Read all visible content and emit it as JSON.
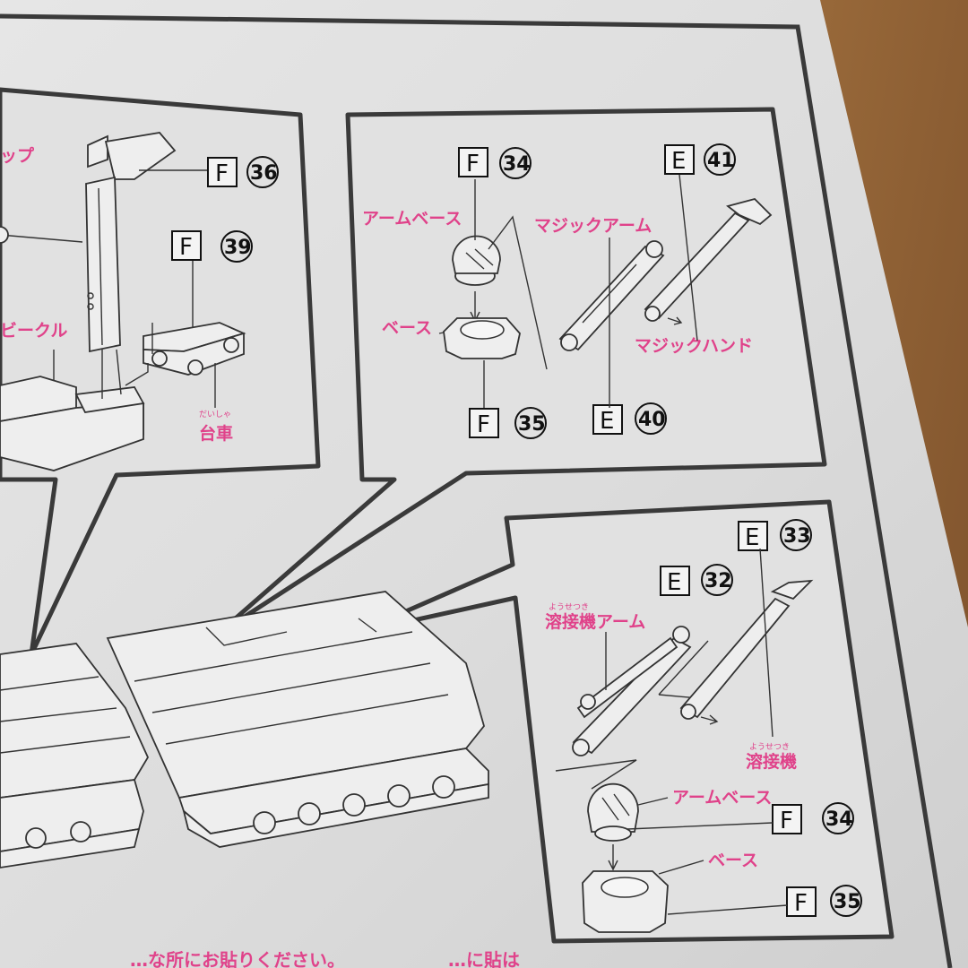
{
  "panel_top_left": {
    "labels": [
      {
        "letter": "F",
        "number": "36"
      },
      {
        "letter": "F",
        "number": "39"
      }
    ],
    "part_names": {
      "cap_partial": "ップ",
      "vehicle": "ビークル",
      "cart": "台車",
      "cart_ruby": "だいしゃ"
    }
  },
  "panel_magic_arm": {
    "labels": [
      {
        "letter": "F",
        "number": "34"
      },
      {
        "letter": "E",
        "number": "41"
      },
      {
        "letter": "F",
        "number": "35"
      },
      {
        "letter": "E",
        "number": "40"
      }
    ],
    "part_names": {
      "arm_base": "アームベース",
      "magic_arm": "マジックアーム",
      "base": "ベース",
      "magic_hand": "マジックハンド"
    }
  },
  "panel_welder": {
    "labels": [
      {
        "letter": "E",
        "number": "33"
      },
      {
        "letter": "E",
        "number": "32"
      },
      {
        "letter": "F",
        "number": "34"
      },
      {
        "letter": "F",
        "number": "35"
      }
    ],
    "part_names": {
      "welder_arm": "溶接機アーム",
      "welder_arm_ruby": "ようせつき",
      "welder": "溶接機",
      "welder_ruby": "ようせつき",
      "arm_base": "アームベース",
      "base": "ベース"
    }
  },
  "footer": {
    "text_partial": "…な所にお貼りください。",
    "text_right_partial": "…に貼は"
  },
  "colors": {
    "paper": "#dedede",
    "line_art": "#333333",
    "part_name": "#e0428a",
    "table": "#9a6a3c"
  }
}
